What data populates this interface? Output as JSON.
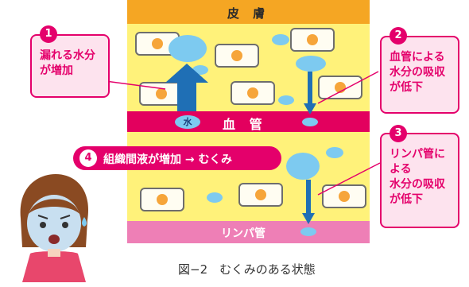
{
  "labels": {
    "skin": "皮 膚",
    "blood_vessel": "血 管",
    "lymph_vessel": "リンパ管",
    "water": "水"
  },
  "callouts": [
    {
      "number": "1",
      "lines": [
        "漏れる水分",
        "が増加"
      ]
    },
    {
      "number": "2",
      "lines": [
        "血管による",
        "水分の吸収",
        "が低下"
      ]
    },
    {
      "number": "3",
      "lines": [
        "リンパ管に",
        "よる",
        "水分の吸収",
        "が低下"
      ]
    }
  ],
  "banner": {
    "number": "4",
    "text": "組織間液が増加 → むくみ"
  },
  "caption": "図−2　むくみのある状態",
  "colors": {
    "skin_band": "#f5a623",
    "interstitial": "#fff27a",
    "blood_vessel": "#e3005e",
    "lymph_vessel": "#ee7fb6",
    "water_drop": "#7dcaf0",
    "arrow": "#1f6fb5",
    "callout_border": "#e4006b",
    "callout_fill": "#fde3ee"
  },
  "icons": [
    "worried-girl-illustration",
    "up-arrow-icon",
    "down-arrow-icon"
  ]
}
